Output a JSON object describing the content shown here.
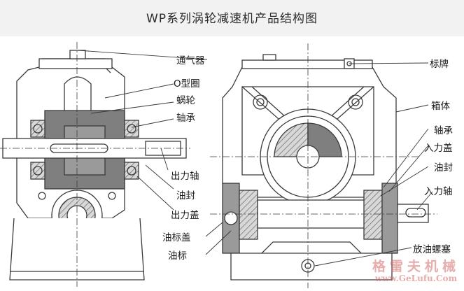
{
  "title": "WP系列涡轮减速机产品结构图",
  "labels": {
    "vent": "通气器",
    "o_ring": "O型圈",
    "worm_wheel": "蜗轮",
    "bearing_left": "轴承",
    "output_shaft": "出力轴",
    "oil_seal_left": "油封",
    "output_cover": "出力盖",
    "oil_gauge_cover": "油标盖",
    "oil_gauge": "油标",
    "nameplate": "标牌",
    "housing": "箱体",
    "bearing_right": "轴承",
    "input_cover": "入力盖",
    "oil_seal_right": "油封",
    "input_shaft": "入力轴",
    "drain_plug": "放油螺塞"
  },
  "watermark": {
    "name": "格雷夫机械",
    "url": "www.GeLufu.Com"
  },
  "colors": {
    "line": "#3a3a3a",
    "part_fill": "#7f7f7f",
    "hatch_fill": "#b8b8b8",
    "watermark": "#d46a6a"
  }
}
